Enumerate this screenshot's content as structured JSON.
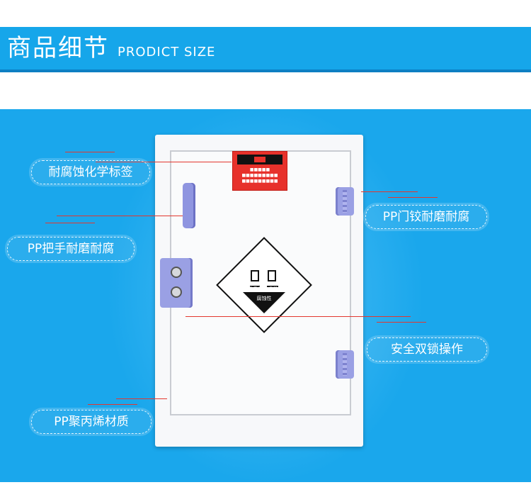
{
  "header": {
    "title": "商品细节",
    "subtitle": "PRODICT SIZE"
  },
  "colors": {
    "accent": "#16a6ea",
    "stage": "#1aa7ec",
    "hazard_red": "#e7312b",
    "fitting_purple": "#9aa0e4"
  },
  "callouts": {
    "label": "耐腐蚀化学标签",
    "handle": "PP把手耐磨耐腐",
    "hinge": "PP门铰耐磨耐腐",
    "lock": "安全双锁操作",
    "material": "PP聚丙烯材质"
  },
  "hazard": {
    "en": "CORROSIVE",
    "cn": "腐蚀性"
  }
}
